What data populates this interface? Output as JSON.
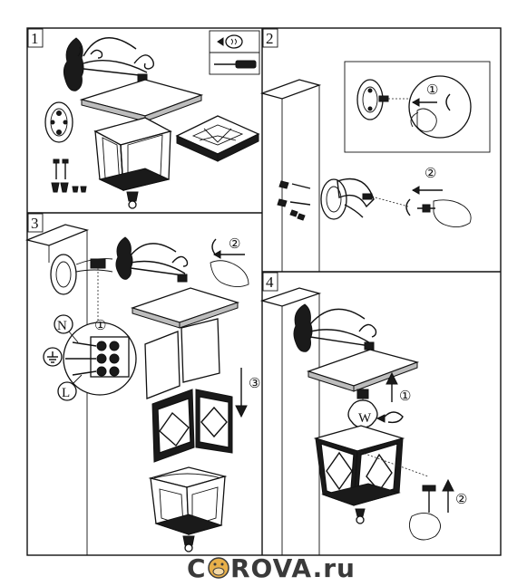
{
  "panels": [
    {
      "number": "1"
    },
    {
      "number": "2"
    },
    {
      "number": "3"
    },
    {
      "number": "4"
    }
  ],
  "markers": {
    "step_1": "①",
    "step_2": "②",
    "step_3": "③",
    "neutral": "N",
    "live": "L",
    "bulb_letter": "W"
  },
  "watermark": {
    "text_before": "C",
    "text_after": "ROVA.ru"
  },
  "colors": {
    "line": "#111111",
    "fill_dark": "#1a1a1a",
    "wall_gray": "#bdbdbd"
  },
  "icons": [
    "bulb-icon",
    "screwdriver-icon",
    "ground-symbol-icon",
    "cow-logo-icon"
  ]
}
